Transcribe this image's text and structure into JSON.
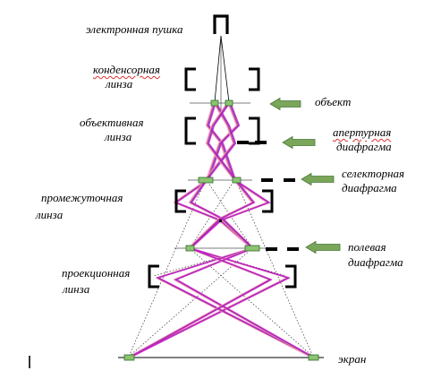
{
  "labels": {
    "gun": "электронная пушка",
    "condenser_1": "конденсорная",
    "condenser_2": "линза",
    "object": "объект",
    "objective_1": "объективная",
    "objective_2": "линза",
    "aperture_1": "апертурная",
    "aperture_2": "диафрагма",
    "selector_1": "селекторная",
    "selector_2": "диафрагма",
    "intermediate_1": "промежуточная",
    "intermediate_2": "линза",
    "field_1": "полевая",
    "field_2": "диафрагма",
    "projection_1": "проекционная",
    "projection_2": "линза",
    "screen": "экран"
  },
  "colors": {
    "ray_blue": "#3a3ad8",
    "ray_red": "#e8404f",
    "ray_magenta": "#d020c8",
    "ray_pink": "#f09ad8",
    "green": "#7aa65a",
    "green_fill": "#8cc470",
    "green_stroke": "#2f6b2f",
    "text": "#000000",
    "squiggle": "#e03030"
  }
}
